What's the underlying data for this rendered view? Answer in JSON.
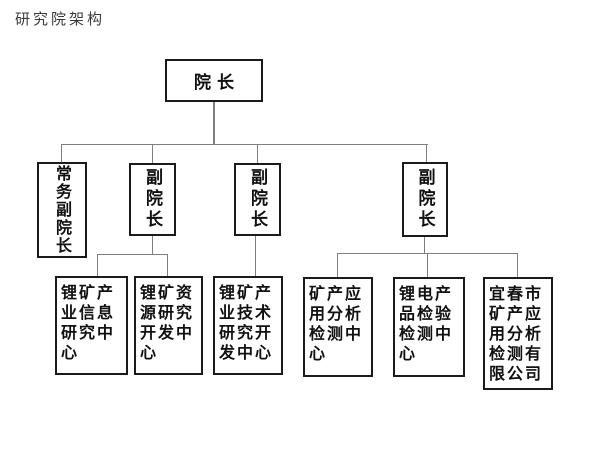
{
  "title": "研究院架构",
  "org_chart": {
    "root": {
      "label": "院长"
    },
    "level2": [
      {
        "label": "常务副院长"
      },
      {
        "label": "副院长"
      },
      {
        "label": "副院长"
      },
      {
        "label": "副院长"
      }
    ],
    "level3": [
      {
        "label": "锂矿产业信息研究中心"
      },
      {
        "label": "锂矿资源研究开发中心"
      },
      {
        "label": "锂矿产业技术研究开发中心"
      },
      {
        "label": "矿产应用分析检测中心"
      },
      {
        "label": "锂电产品检验检测中心"
      },
      {
        "label": "宜春市矿产应用分析检测有限公司"
      }
    ],
    "colors": {
      "background": "#ffffff",
      "box_border": "#1b1b1b",
      "box_text": "#111111",
      "connector": "#7f7f7f",
      "title_text": "#3a3a3a"
    }
  }
}
